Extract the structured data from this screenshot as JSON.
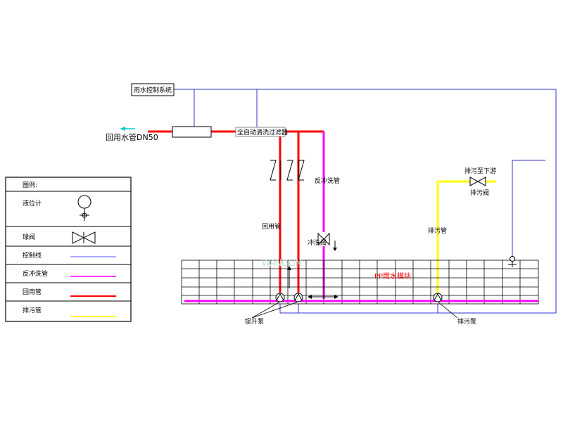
{
  "labels": {
    "control_system": "雨水控制系统",
    "reuse_pipe_dn50": "回用水管DN50",
    "auto_filter": "全自动清洗过滤器",
    "backwash_pipe_top": "反冲洗管",
    "reuse_pipe_mid": "回用管",
    "backwash_valve": "冲洗阀",
    "pp_module": "PP雨水模块",
    "lift_pump": "提升泵",
    "drain_pump": "排污泵",
    "drain_pipe_mid": "排污管",
    "drain_downstream": "排污至下游",
    "drain_valve": "排污阀",
    "watermark": "WANGLIN"
  },
  "legend": {
    "title": "图例:",
    "items": [
      {
        "label": "液位计",
        "symbol": "level-gauge"
      },
      {
        "label": "球阀",
        "symbol": "ball-valve"
      },
      {
        "label": "控制线",
        "symbol": "line",
        "color": "#5555ff"
      },
      {
        "label": "反冲洗管",
        "symbol": "line",
        "color": "#ff33ff"
      },
      {
        "label": "回用管",
        "symbol": "line",
        "color": "#ff0000"
      },
      {
        "label": "排污管",
        "symbol": "line",
        "color": "#ffff00"
      }
    ]
  },
  "colors": {
    "control": "#3333cc",
    "backwash": "#ff00ff",
    "reuse": "#ff0000",
    "drain": "#ffff00",
    "grid": "#000000",
    "arrow": "#00cccc"
  }
}
